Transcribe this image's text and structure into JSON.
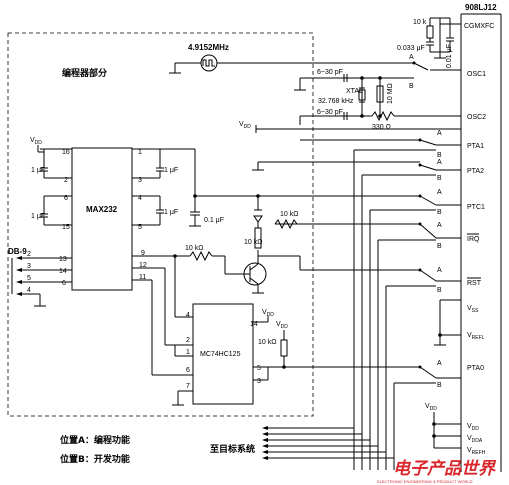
{
  "title_section": "编程器部分",
  "chips": {
    "mcu": "908LJ12",
    "max232": "MAX232",
    "buffer": "MC74HC125",
    "connector": "DB-9"
  },
  "crystal_main": "4.9152MHz",
  "crystal_32k": "XTAL",
  "crystal_32k_freq": "32.768 kHz",
  "supply": "V",
  "supply_sub": "DD",
  "mcu_pins": [
    {
      "key": "cgmxfc",
      "label": "CGMXFC"
    },
    {
      "key": "osc1",
      "label": "OSC1"
    },
    {
      "key": "osc2",
      "label": "OSC2"
    },
    {
      "key": "pta1",
      "label": "PTA1"
    },
    {
      "key": "pta2",
      "label": "PTA2"
    },
    {
      "key": "ptc1",
      "label": "PTC1"
    },
    {
      "key": "irq",
      "label": "IRQ"
    },
    {
      "key": "rst",
      "label": "RST"
    },
    {
      "key": "vss",
      "label": "V",
      "sub": "SS"
    },
    {
      "key": "vrefl",
      "label": "V",
      "sub": "REFL"
    },
    {
      "key": "pta0",
      "label": "PTA0"
    },
    {
      "key": "vdd",
      "label": "V",
      "sub": "DD"
    },
    {
      "key": "vdda",
      "label": "V",
      "sub": "DDA"
    },
    {
      "key": "vrefh",
      "label": "V",
      "sub": "REFH"
    }
  ],
  "components": {
    "r_10k": "10 kΩ",
    "r_10k_filter": "10 k",
    "r_10m": "10 MΩ",
    "r_330": "330 Ω",
    "c_1u": "1 μF",
    "c_01u": "0.1 μF",
    "c_033u": "0.033 μF",
    "c_001u": "0.01 μF",
    "c_630p": "6~30 pF"
  },
  "max232_pins": {
    "p16": "16",
    "p2": "2",
    "p1": "1",
    "p3": "3",
    "p6": "6",
    "p15": "15",
    "p4": "4",
    "p5": "5",
    "p9": "9",
    "p12": "12",
    "p11": "11",
    "p13": "13",
    "p14": "14"
  },
  "buf_pins": {
    "p4": "4",
    "p14": "14",
    "p2": "2",
    "p1": "1",
    "p3": "3",
    "p7": "7",
    "p5": "5",
    "p6": "6"
  },
  "db9_pins": {
    "p2": "2",
    "p3": "3",
    "p5": "5",
    "p4": "4",
    "p6": "6"
  },
  "switch_labels": {
    "a": "A",
    "b": "B"
  },
  "target": "至目标系统",
  "legend": {
    "pos_a": "位置A：编程功能",
    "pos_b": "位置B：开发功能"
  },
  "watermark": {
    "title": "电子产品世界",
    "sub": "ELECTRONIC ENGINEERING & PRODUCT WORLD"
  }
}
